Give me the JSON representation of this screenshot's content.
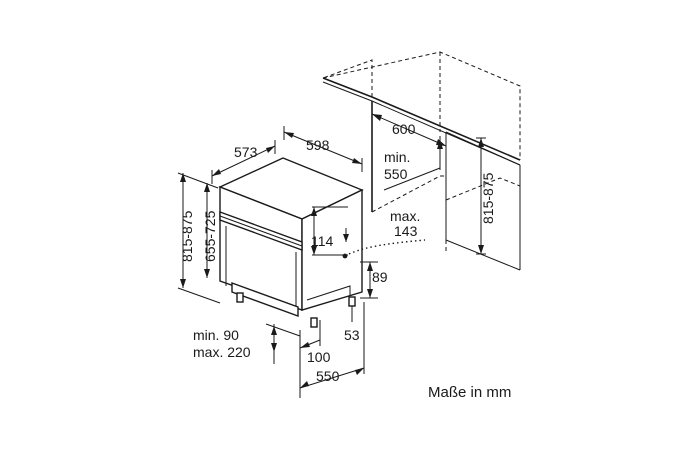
{
  "caption": "Maße in mm",
  "dimensions": {
    "cabinet_height_range": "815-875",
    "cabinet_width": "600",
    "niche_depth_min_label": "min.",
    "niche_depth_min_value": "550",
    "device_width": "598",
    "device_depth": "573",
    "device_height_total": "815-875",
    "device_height_body": "655-725",
    "panel_height": "114",
    "max_label": "max.",
    "max_value": "143",
    "plinth_height": "89",
    "feet_offset": "53",
    "plinth_min": "min. 90",
    "plinth_max": "max. 220",
    "plinth_depth": "100",
    "device_depth_bottom": "550"
  }
}
